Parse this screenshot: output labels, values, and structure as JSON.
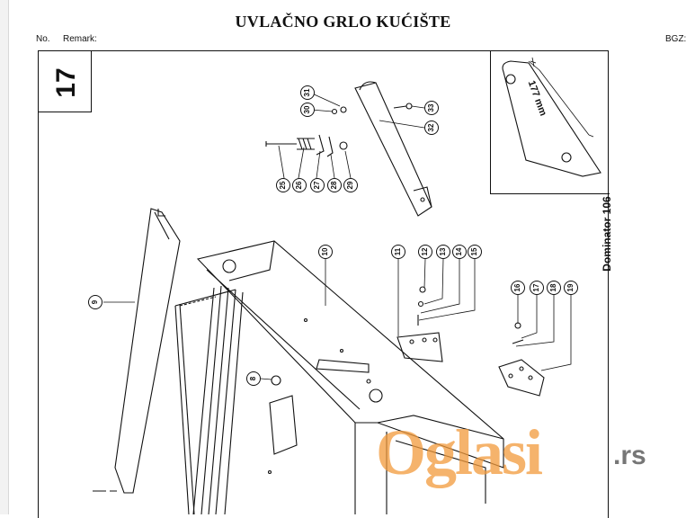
{
  "document": {
    "title": "UVLAČNO GRLO KUĆIŠTE",
    "no_label": "No.",
    "remark_label": "Remark:",
    "bgz_label": "BGZ:",
    "page_number": "17",
    "model": "Dominator 106",
    "inset_dimension": "177 mm"
  },
  "callouts": [
    {
      "num": "31"
    },
    {
      "num": "30"
    },
    {
      "num": "33"
    },
    {
      "num": "32"
    },
    {
      "num": "25"
    },
    {
      "num": "26"
    },
    {
      "num": "27"
    },
    {
      "num": "28"
    },
    {
      "num": "29"
    },
    {
      "num": "10"
    },
    {
      "num": "11"
    },
    {
      "num": "12"
    },
    {
      "num": "13"
    },
    {
      "num": "14"
    },
    {
      "num": "15"
    },
    {
      "num": "9"
    },
    {
      "num": "8"
    },
    {
      "num": "16"
    },
    {
      "num": "17"
    },
    {
      "num": "18"
    },
    {
      "num": "19"
    }
  ],
  "watermark": {
    "brand": "Oglasi",
    "suffix": ".rs"
  },
  "colors": {
    "watermark": "#f29a3b",
    "ink": "#111111"
  }
}
